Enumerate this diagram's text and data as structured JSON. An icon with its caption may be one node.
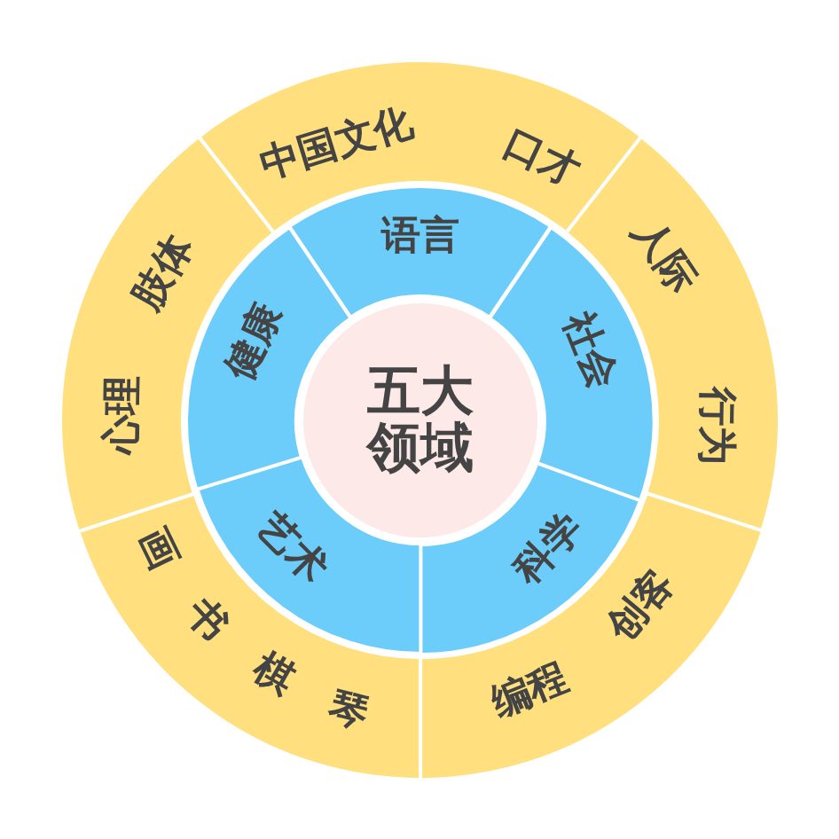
{
  "diagram": {
    "nodes": [
      {
        "text": [
          "五大领域"
        ]
      },
      {
        "text": [
          "语言"
        ]
      },
      {
        "text": [
          "社会"
        ]
      },
      {
        "text": [
          "科学"
        ]
      },
      {
        "text": [
          "艺术"
        ]
      },
      {
        "text": [
          "健康"
        ]
      },
      {
        "text": [
          "中国文化",
          "口才"
        ]
      },
      {
        "text": [
          "人际",
          "行为"
        ]
      },
      {
        "text": [
          "创客",
          "编程"
        ]
      },
      {
        "text": [
          "琴",
          "棋",
          "书",
          "画"
        ]
      },
      {
        "text": [
          "心理",
          "肢体"
        ]
      }
    ]
  }
}
